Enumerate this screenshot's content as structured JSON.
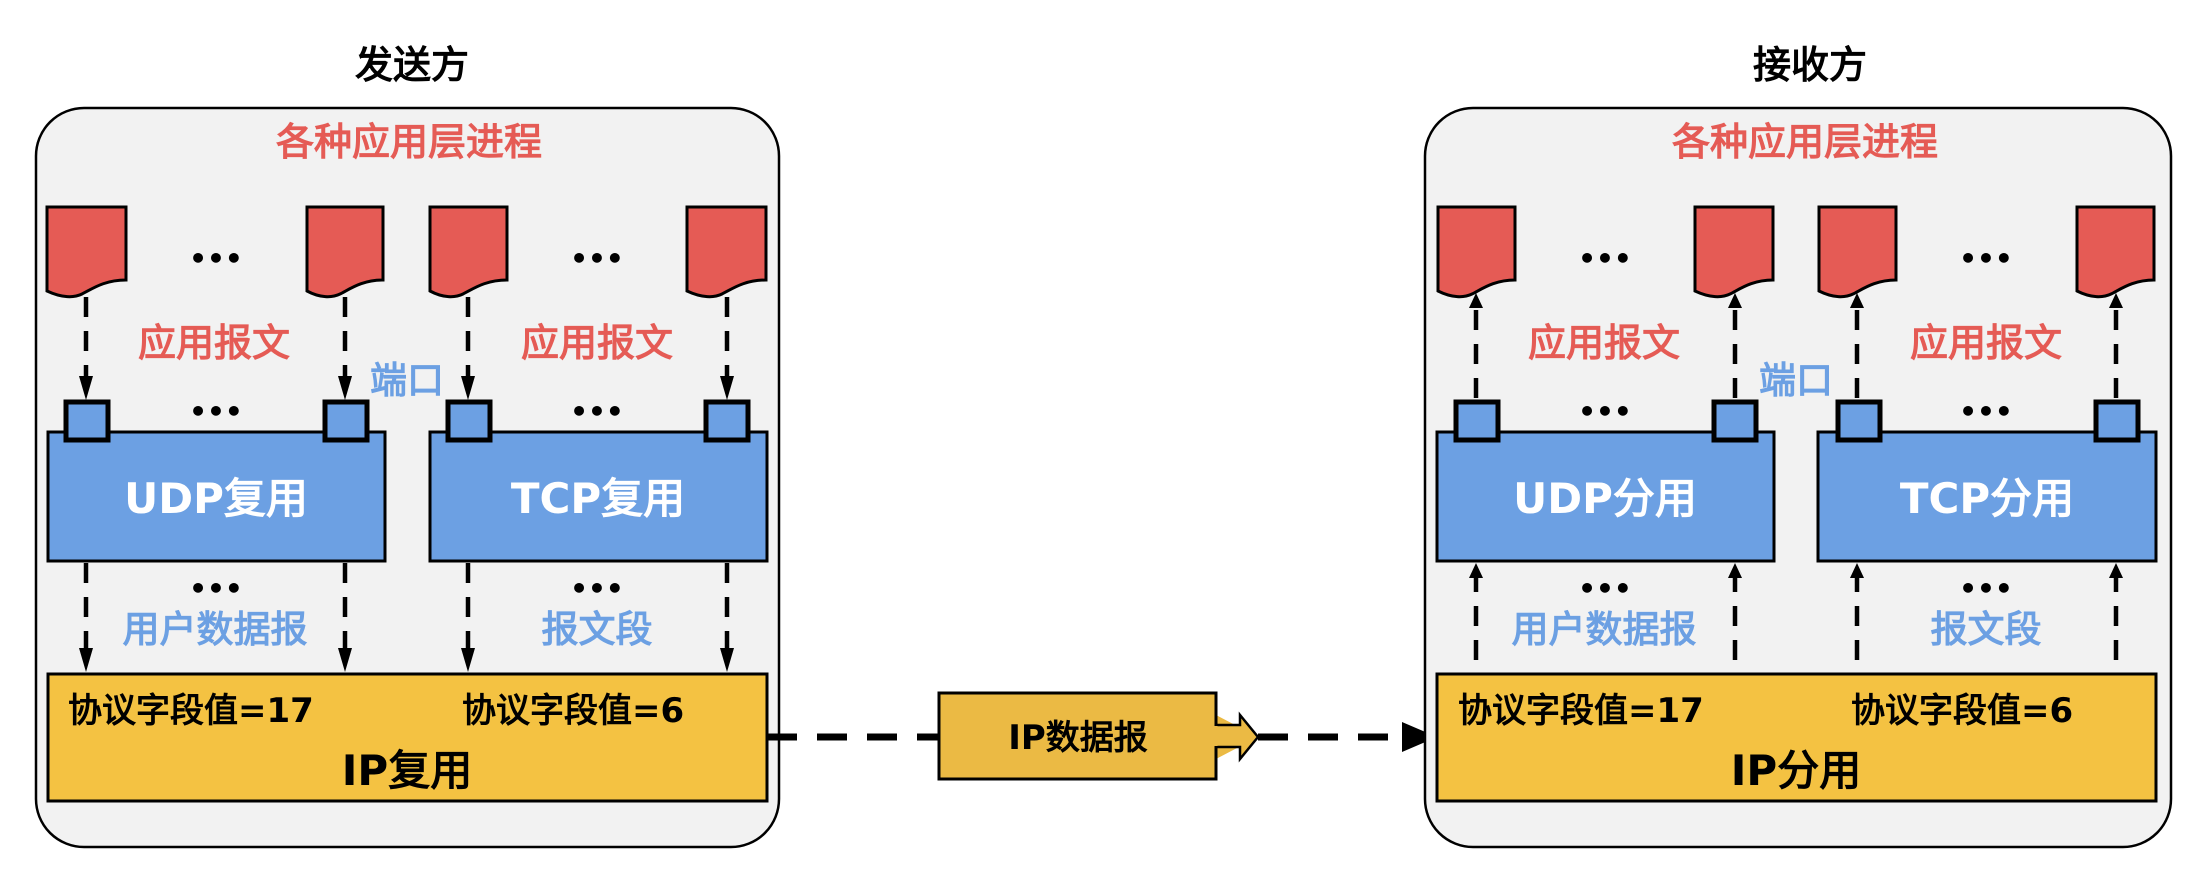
{
  "colors": {
    "app_message": "#E55B55",
    "transport": "#6CA0E3",
    "ip_layer": "#F4C242",
    "ip_datagram": "#EBBA44",
    "panel_bg": "#F2F2F2",
    "text_dark": "#000000",
    "text_light": "#FFFFFF"
  },
  "sender": {
    "title": "发送方",
    "app_processes_label": "各种应用层进程",
    "app_message_labels": [
      "应用报文",
      "应用报文"
    ],
    "port_label": "端口",
    "ellipsis": "•••",
    "udp_box_label": "UDP复用",
    "tcp_box_label": "TCP复用",
    "udp_unit_label": "用户数据报",
    "tcp_unit_label": "报文段",
    "udp_protocol_value": "协议字段值=17",
    "tcp_protocol_value": "协议字段值=6",
    "ip_box_label": "IP复用",
    "arrow_direction": "down"
  },
  "receiver": {
    "title": "接收方",
    "app_processes_label": "各种应用层进程",
    "app_message_labels": [
      "应用报文",
      "应用报文"
    ],
    "port_label": "端口",
    "ellipsis": "•••",
    "udp_box_label": "UDP分用",
    "tcp_box_label": "TCP分用",
    "udp_unit_label": "用户数据报",
    "tcp_unit_label": "报文段",
    "udp_protocol_value": "协议字段值=17",
    "tcp_protocol_value": "协议字段值=6",
    "ip_box_label": "IP分用",
    "arrow_direction": "up"
  },
  "transfer": {
    "datagram_label": "IP数据报",
    "icons": [
      "dashed-arrow-icon",
      "block-arrow-icon"
    ]
  }
}
